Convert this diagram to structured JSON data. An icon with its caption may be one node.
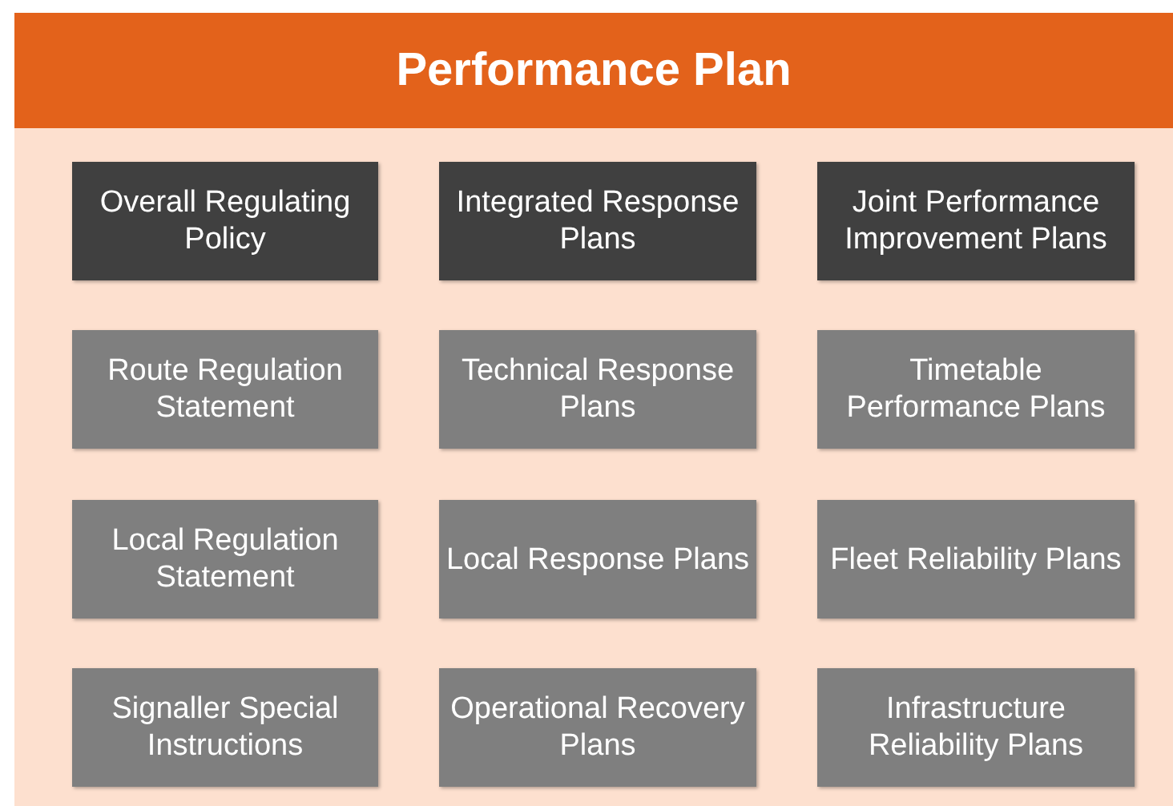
{
  "diagram": {
    "nodes": [
      {
        "text": [
          "Performance Plan"
        ]
      },
      {
        "text": [
          "Overall Regulating Policy"
        ],
        "in": 0
      },
      {
        "text": [
          "Integrated Response Plans"
        ],
        "in": 0
      },
      {
        "text": [
          "Joint Performance Improvement Plans"
        ],
        "in": 0
      },
      {
        "text": [
          "Route Regulation Statement"
        ],
        "in": 0
      },
      {
        "text": [
          "Technical Response Plans"
        ],
        "in": 0
      },
      {
        "text": [
          "Timetable Performance Plans"
        ],
        "in": 0
      },
      {
        "text": [
          "Local Regulation Statement"
        ],
        "in": 0
      },
      {
        "text": [
          "Local Response Plans"
        ],
        "in": 0
      },
      {
        "text": [
          "Fleet Reliability Plans"
        ],
        "in": 0
      },
      {
        "text": [
          "Signaller Special Instructions"
        ],
        "in": 0
      },
      {
        "text": [
          "Operational Recovery Plans"
        ],
        "in": 0
      },
      {
        "text": [
          "Infrastructure Reliability Plans"
        ],
        "in": 0
      }
    ]
  }
}
